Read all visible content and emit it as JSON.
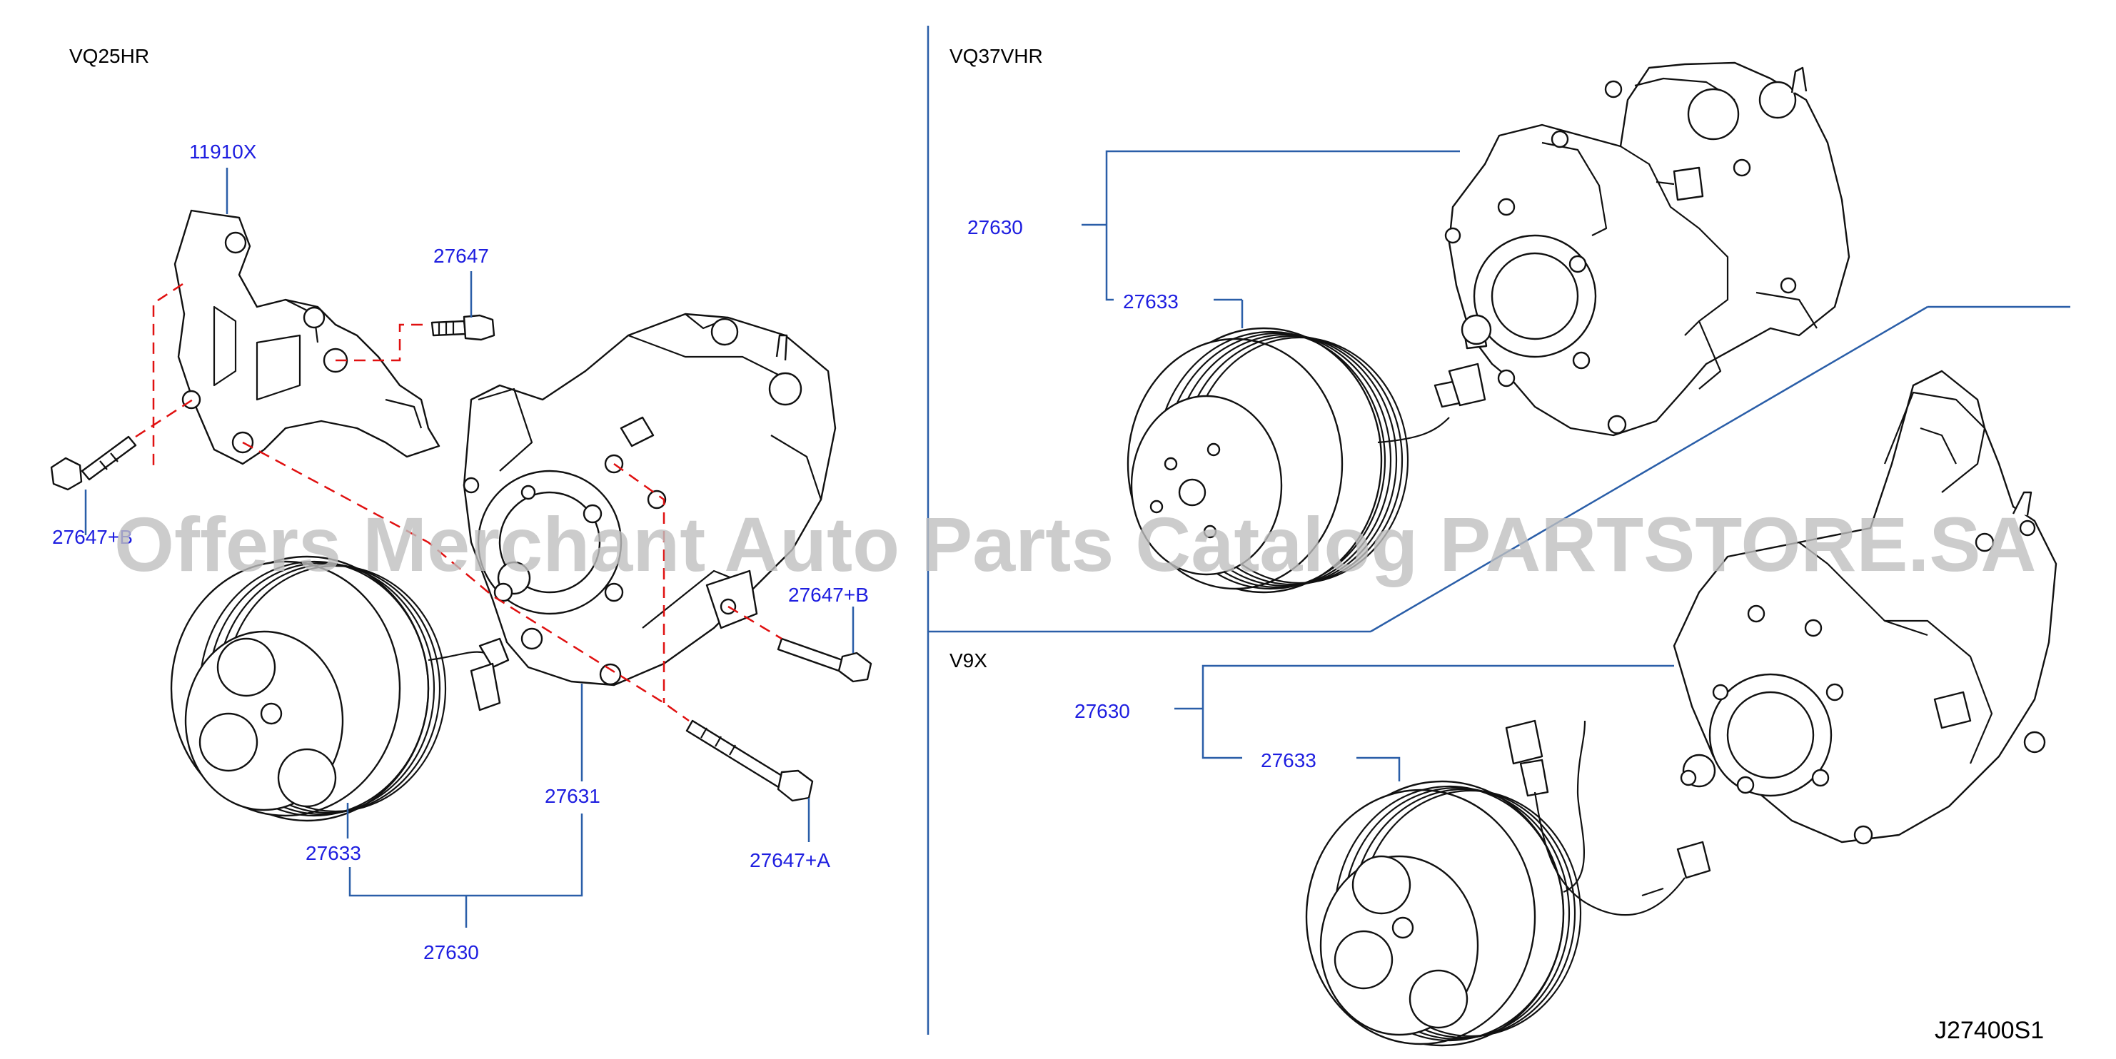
{
  "sections": {
    "left": "VQ25HR",
    "upper_right": "VQ37VHR",
    "lower_right": "V9X"
  },
  "labels": {
    "bracket": "11910X",
    "bolt": "27647",
    "bolt_c": "27647+B",
    "bolt_b": "27647+B",
    "bolt_a": "27647+A",
    "compressor": "27631",
    "clutch": "27633",
    "assembly": "27630",
    "vq37_assembly": "27630",
    "vq37_clutch": "27633",
    "v9x_assembly": "27630",
    "v9x_clutch": "27633"
  },
  "diagram_code": "J27400S1",
  "watermark": "Offers Merchant Auto Parts Catalog PARTSTORE.SA",
  "colors": {
    "label": "#1e1ee0",
    "leader": "#2a5ea8",
    "dashed": "#e01010",
    "line_art": "#111111"
  }
}
